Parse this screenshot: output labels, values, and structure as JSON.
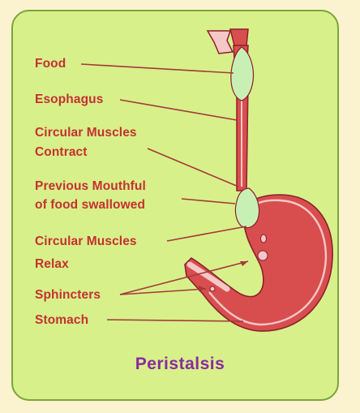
{
  "labels": {
    "food": "Food",
    "esophagus": "Esophagus",
    "circular_contract_1": "Circular Muscles",
    "circular_contract_2": "Contract",
    "previous_mouthful_1": "Previous Mouthful",
    "previous_mouthful_2": "of food swallowed",
    "circular_relax_1": "Circular Muscles",
    "circular_relax_2": "Relax",
    "sphincters": "Sphincters",
    "stomach": "Stomach"
  },
  "title": "Peristalsis",
  "colors": {
    "background": "#fbf3cf",
    "card": "#d8f08a",
    "card_border": "#7aa43a",
    "muscle": "#d84e4e",
    "muscle_outline": "#8a1f2a",
    "lining": "#f6c7c7",
    "food_bolus": "#c9f0b4",
    "label_text": "#c43131",
    "title_text": "#8a2aa0",
    "leader_line": "#a33a3a"
  },
  "icons": [
    "esophagus-illustration",
    "stomach-illustration",
    "food-bolus-icon",
    "sphincter-icon"
  ]
}
